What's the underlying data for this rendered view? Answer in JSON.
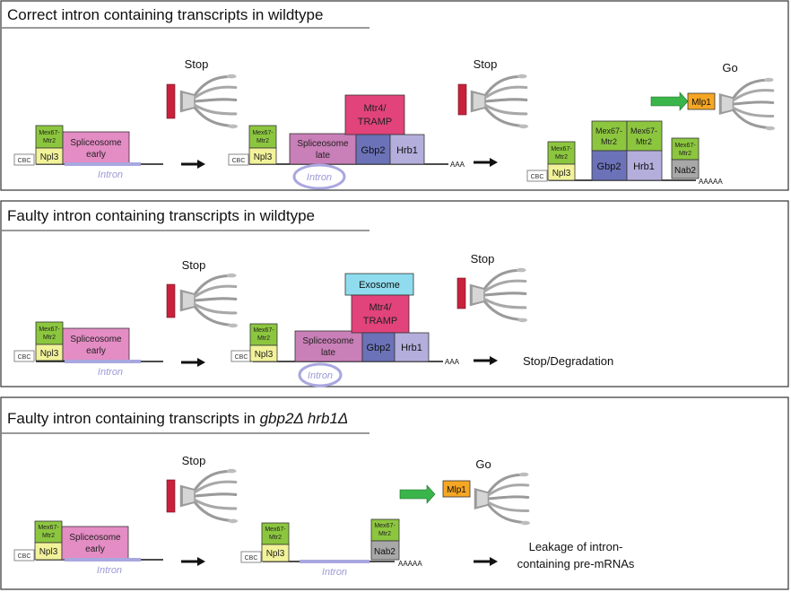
{
  "panels": [
    {
      "title": "Correct intron containing transcripts in wildtype",
      "steps": [
        {
          "cbc": "CBC",
          "mex": [
            "Mex67-",
            "Mtr2"
          ],
          "npl3": "Npl3",
          "spliceosome": [
            "Spliceosome",
            "early"
          ],
          "intron": "Intron",
          "gate": "Stop"
        },
        {
          "cbc": "CBC",
          "mex": [
            "Mex67-",
            "Mtr2"
          ],
          "npl3": "Npl3",
          "spliceosome": [
            "Spliceosome",
            "late"
          ],
          "intron": "Intron",
          "mtr4": [
            "Mtr4/",
            "TRAMP"
          ],
          "gbp2": "Gbp2",
          "hrb1": "Hrb1",
          "tail": "AAA",
          "gate": "Stop"
        },
        {
          "cbc": "CBC",
          "mex": [
            "Mex67-",
            "Mtr2"
          ],
          "npl3": "Npl3",
          "mex_big_a": [
            "Mex67-",
            "Mtr2"
          ],
          "mex_big_b": [
            "Mex67-",
            "Mtr2"
          ],
          "gbp2": "Gbp2",
          "hrb1": "Hrb1",
          "mex_nab": [
            "Mex67-",
            "Mtr2"
          ],
          "nab2": "Nab2",
          "tail": "AAAAA",
          "mlp1": "Mlp1",
          "gate": "Go"
        }
      ]
    },
    {
      "title": "Faulty intron containing transcripts in wildtype",
      "steps": [
        {
          "cbc": "CBC",
          "mex": [
            "Mex67-",
            "Mtr2"
          ],
          "npl3": "Npl3",
          "spliceosome": [
            "Spliceosome",
            "early"
          ],
          "intron": "Intron",
          "gate": "Stop"
        },
        {
          "cbc": "CBC",
          "mex": [
            "Mex67-",
            "Mtr2"
          ],
          "npl3": "Npl3",
          "spliceosome": [
            "Spliceosome",
            "late"
          ],
          "intron": "Intron",
          "exosome": "Exosome",
          "mtr4": [
            "Mtr4/",
            "TRAMP"
          ],
          "gbp2": "Gbp2",
          "hrb1": "Hrb1",
          "tail": "AAA",
          "gate": "Stop"
        }
      ],
      "outcome": "Stop/Degradation"
    },
    {
      "title_plain": "Faulty intron containing transcripts in ",
      "title_italic": "gbp2Δ hrb1Δ",
      "steps": [
        {
          "cbc": "CBC",
          "mex": [
            "Mex67-",
            "Mtr2"
          ],
          "npl3": "Npl3",
          "spliceosome": [
            "Spliceosome",
            "early"
          ],
          "intron": "Intron",
          "gate": "Stop"
        },
        {
          "cbc": "CBC",
          "mex": [
            "Mex67-",
            "Mtr2"
          ],
          "npl3": "Npl3",
          "intron": "Intron",
          "mex_nab": [
            "Mex67-",
            "Mtr2"
          ],
          "nab2": "Nab2",
          "tail": "AAAAA",
          "mlp1": "Mlp1",
          "gate": "Go"
        }
      ],
      "outcome": [
        "Leakage of intron-",
        "containing pre-mRNAs"
      ]
    }
  ],
  "colors": {
    "mex": "#8cc63f",
    "npl3": "#f2f29a",
    "spliceosome_early": "#e48cc4",
    "spliceosome_late": "#c97fb7",
    "mtr4": "#e2437a",
    "gbp2": "#6b72b8",
    "hrb1": "#b3aedb",
    "nab2": "#a8a8a8",
    "exosome": "#8fdcee",
    "mlp1": "#f5a623",
    "stop_bar": "#c8213c",
    "go_arrow": "#3ab54a",
    "intron": "#a9a7df",
    "pore": "#9a9a9a"
  },
  "icons": [
    "nuclear-pore-icon",
    "arrow-right-icon",
    "green-arrow-icon",
    "stop-bar-icon"
  ]
}
